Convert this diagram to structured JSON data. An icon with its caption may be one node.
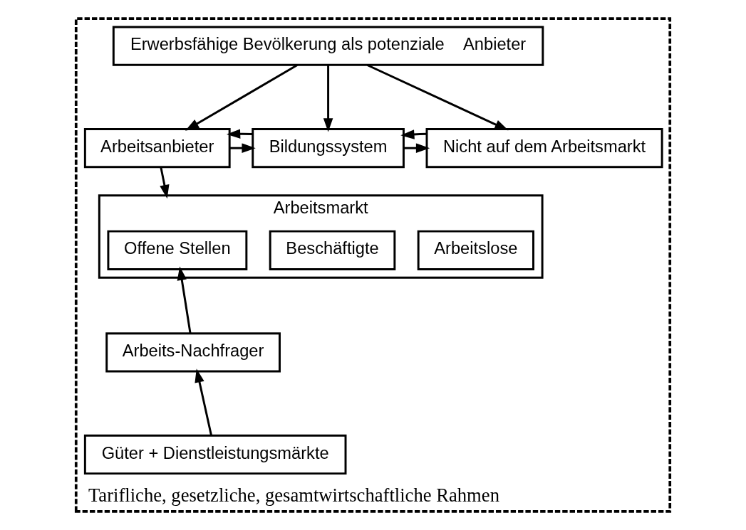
{
  "diagram": {
    "nodes": [
      {
        "text": [
          "Tarifliche, gesetzliche, gesamtwirtschaftliche Rahmen"
        ]
      },
      {
        "text": [
          "Erwerbsfähige Bevölkerung als potenziale    Anbieter"
        ],
        "in": 0
      },
      {
        "text": [
          "Arbeitsanbieter"
        ],
        "in": 0
      },
      {
        "text": [
          "Bildungssystem"
        ],
        "in": 0
      },
      {
        "text": [
          "Nicht auf dem Arbeitsmarkt"
        ],
        "in": 0
      },
      {
        "text": [
          "Arbeitsmarkt"
        ],
        "in": 0
      },
      {
        "text": [
          "Offene Stellen"
        ],
        "in": 5
      },
      {
        "text": [
          "Beschäftigte"
        ],
        "in": 5
      },
      {
        "text": [
          "Arbeitslose"
        ],
        "in": 5
      },
      {
        "text": [
          "Arbeits-Nachfrager"
        ],
        "in": 0
      },
      {
        "text": [
          "Güter + Dienstleistungsmärkte"
        ],
        "in": 0
      }
    ],
    "edges": [
      {
        "from": 1,
        "to": 2,
        "arrow": "to"
      },
      {
        "from": 1,
        "to": 3,
        "arrow": "to"
      },
      {
        "from": 1,
        "to": 4,
        "arrow": "to"
      },
      {
        "from": 2,
        "to": 3,
        "arrow": "to"
      },
      {
        "from": 3,
        "to": 2,
        "arrow": "to"
      },
      {
        "from": 3,
        "to": 4,
        "arrow": "to"
      },
      {
        "from": 4,
        "to": 3,
        "arrow": "to"
      },
      {
        "from": 2,
        "to": 5,
        "arrow": "to"
      },
      {
        "from": 9,
        "to": 6,
        "arrow": "to"
      },
      {
        "from": 10,
        "to": 9,
        "arrow": "to"
      }
    ]
  }
}
